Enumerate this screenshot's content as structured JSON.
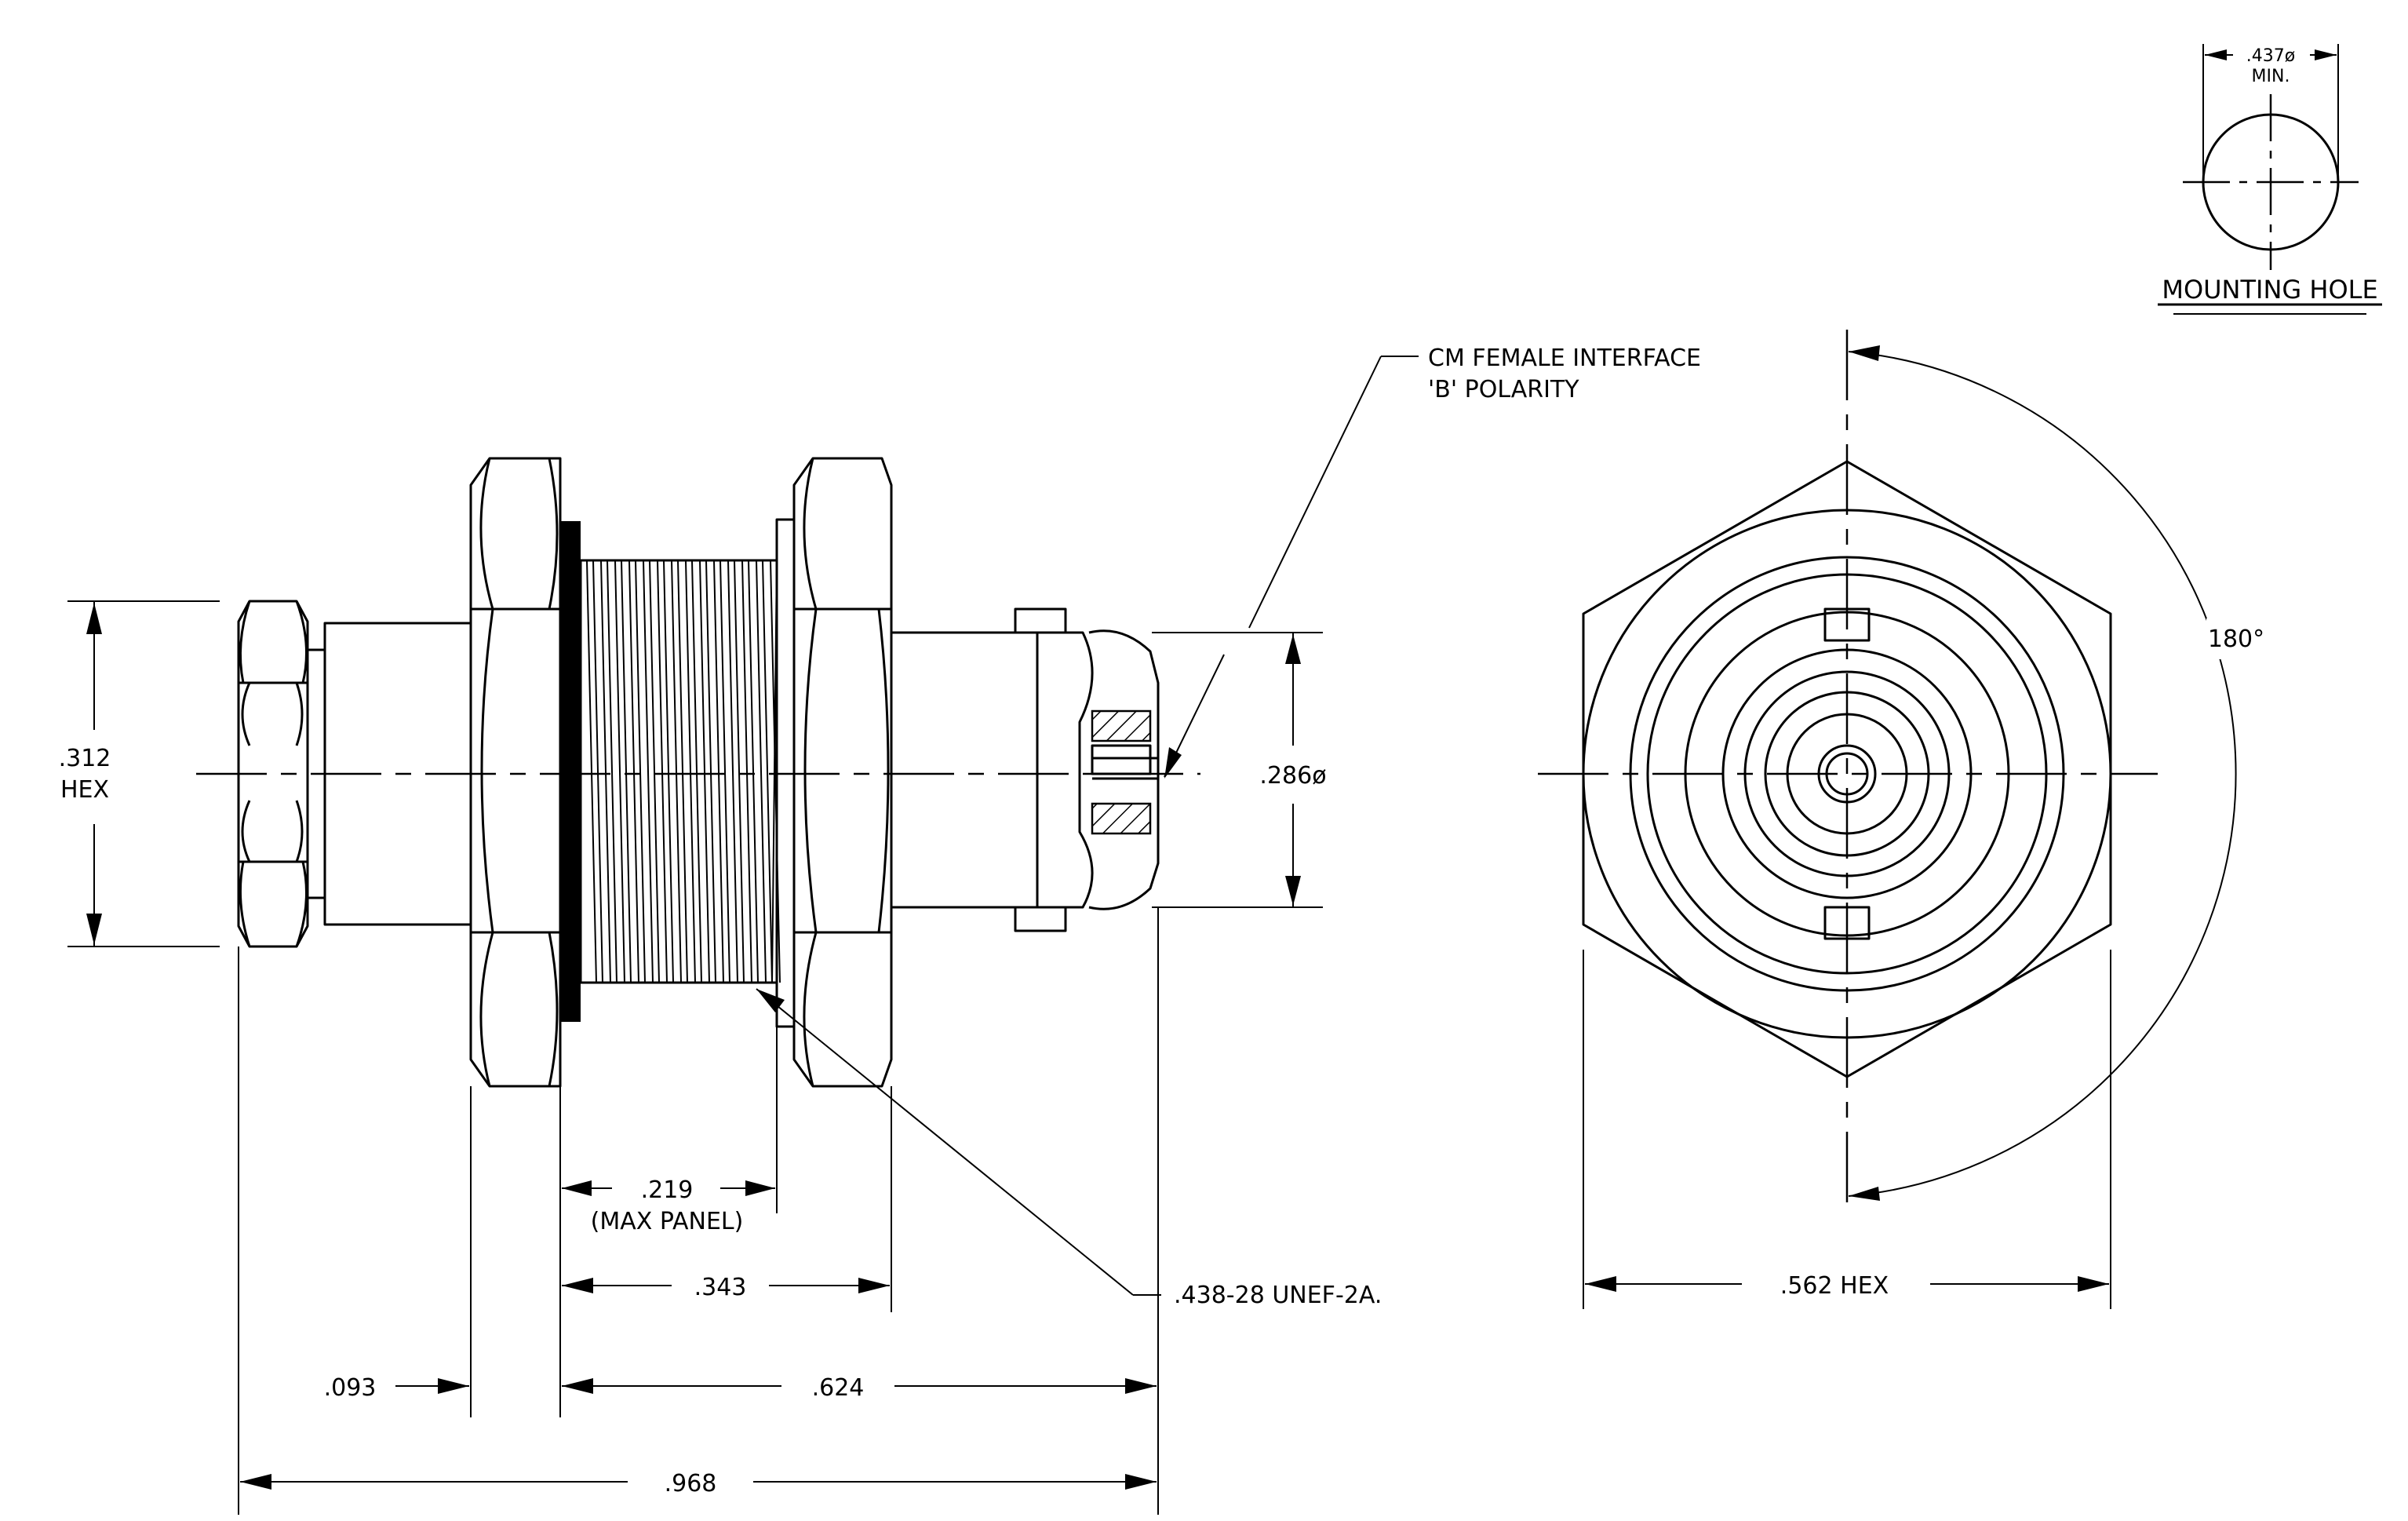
{
  "side_view": {
    "dim_hex": {
      "value": ".312",
      "suffix": "HEX"
    },
    "dim_thread_length": {
      "value": ".219",
      "note": "(MAX PANEL)"
    },
    "dim_343": ".343",
    "dim_093": ".093",
    "dim_624": ".624",
    "dim_968": ".968",
    "dim_diameter": ".286ø",
    "callout_interface": {
      "line1": "CM FEMALE INTERFACE",
      "line2": "'B' POLARITY"
    },
    "callout_thread": ".438-28 UNEF-2A."
  },
  "front_view": {
    "dim_hex": ".562 HEX",
    "rotation": "180°"
  },
  "mounting_hole": {
    "dim_value": ".437ø",
    "dim_note": "MIN.",
    "label": "MOUNTING HOLE"
  },
  "colors": {
    "line": "#000000",
    "background": "#ffffff"
  }
}
